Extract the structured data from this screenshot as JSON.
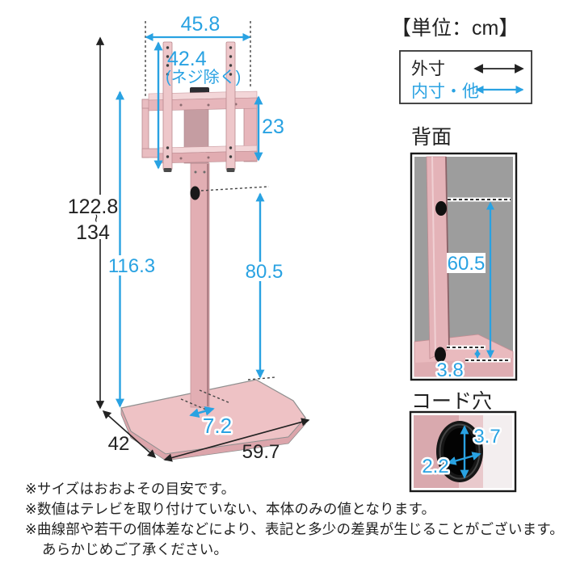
{
  "unit_label": "【単位：cm】",
  "legend": {
    "outer": "外寸",
    "inner": "内寸・他"
  },
  "dims": {
    "bracket_width": "45.8",
    "rail_height": "42.4",
    "rail_height_note": "(ネジ除く)",
    "bracket_height": "23",
    "height_min": "122.8",
    "height_tilde": "~",
    "height_max": "134",
    "pole_top_height": "116.3",
    "cord_hole_height": "80.5",
    "pole_front_offset": "7.2",
    "base_depth": "42",
    "base_width": "59.7"
  },
  "back_view": {
    "title": "背面",
    "holes_span": "60.5",
    "bottom_offset": "3.8"
  },
  "cord_hole": {
    "title": "コード穴",
    "height": "3.7",
    "width": "2.2"
  },
  "notes": [
    "※サイズはおおよその目安です。",
    "※数値はテレビを取り付けていない、本体のみの値となります。",
    "※曲線部や若干の個体差などにより、表記と多少の差異が生じることがございます。",
    "あらかじめご了承ください。"
  ],
  "colors": {
    "dimension_blue": "#29a2e2",
    "dimension_black": "#222222",
    "stand_pink": "#e7b6bb",
    "photo_gray": "#9d9d9d"
  }
}
